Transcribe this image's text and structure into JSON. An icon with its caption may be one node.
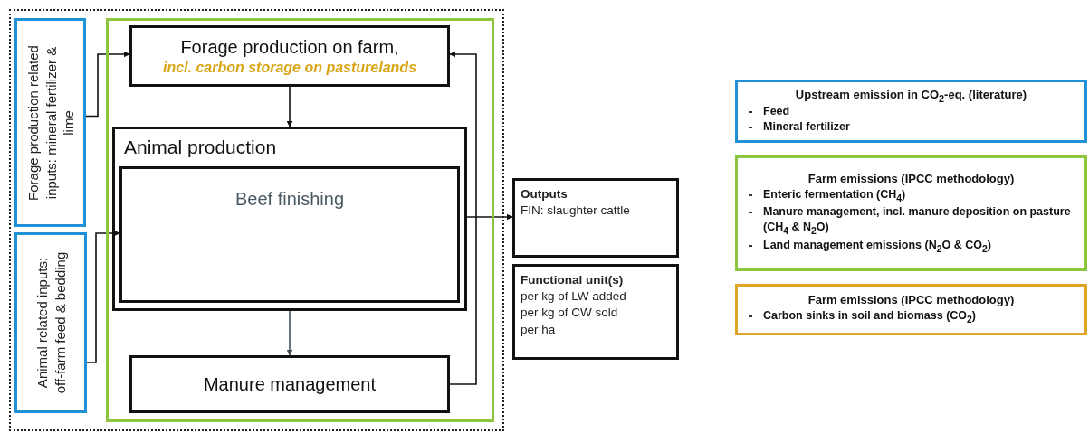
{
  "diagram": {
    "nodes": [
      {
        "text": [],
        "shape": "box"
      },
      {
        "text": [
          "Forage production related inputs: mineral fertilizer & lime"
        ],
        "in": 0
      },
      {
        "text": [
          "Animal related inputs: off-farm feed & bedding"
        ],
        "in": 0
      },
      {
        "text": [],
        "shape": "box",
        "in": 0
      },
      {
        "text": [
          "Forage production on farm,",
          "incl. carbon storage on pasturelands"
        ],
        "in": 3
      },
      {
        "text": [
          "Animal production"
        ],
        "in": 3
      },
      {
        "text": [
          "Beef finishing"
        ],
        "in": 5
      },
      {
        "text": [
          "Manure management"
        ],
        "in": 3
      },
      {
        "text": [
          "Outputs",
          "FIN: slaughter cattle"
        ]
      },
      {
        "text": [
          "Functional unit(s)",
          "per kg of LW added",
          "per kg of CW sold",
          "per ha"
        ]
      },
      {
        "text": [
          "Upstream emission in CO$_{2}$-eq. (literature)",
          "Feed",
          "Mineral fertilizer"
        ]
      },
      {
        "text": [
          "Farm emissions (IPCC methodology)",
          "Enteric fermentation (CH$_{4}$)",
          "Manure management, incl. manure deposition on pasture (CH$_{4}$ & N$_{2}$O)",
          "Land management emissions (N$_{2}$O & CO$_{2}$)"
        ]
      },
      {
        "text": [
          "Farm emissions (IPCC methodology)",
          "Carbon sinks in soil and biomass (CO$_{2}$)"
        ]
      }
    ],
    "edges": [
      {
        "from": 1,
        "to": 4,
        "arrow": "to"
      },
      {
        "from": 2,
        "to": 6,
        "arrow": "to"
      },
      {
        "from": 4,
        "to": 5,
        "arrow": "to"
      },
      {
        "from": 5,
        "to": 7,
        "arrow": "to",
        "color": "#44545c"
      },
      {
        "from": 7,
        "to": 4,
        "arrow": "to"
      },
      {
        "from": 5,
        "to": 8,
        "arrow": "to"
      }
    ]
  }
}
